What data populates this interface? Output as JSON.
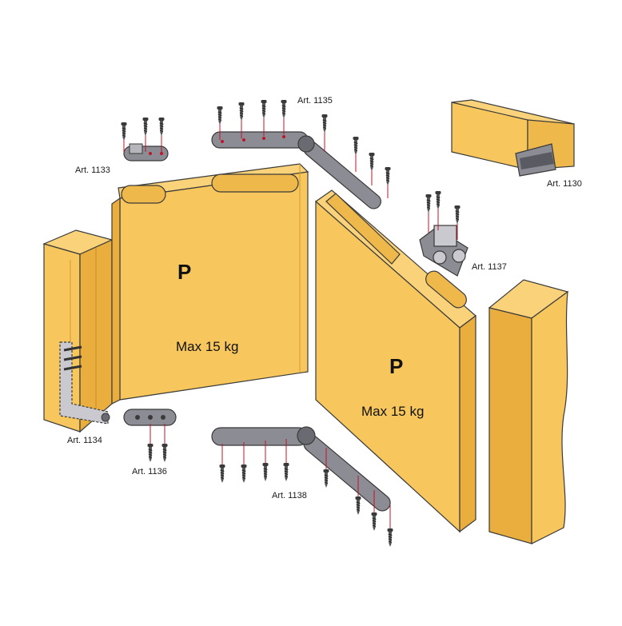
{
  "colors": {
    "wood": "#F7C65C",
    "wood_dark": "#E9AE3E",
    "wood_slot": "#EFB84A",
    "metal": "#8C8C94",
    "metal_dark": "#5A5A62",
    "outline": "#3A3A3A",
    "guide": "#C0142A"
  },
  "panels": [
    {
      "letter": "P",
      "max_load": "Max 15 kg"
    },
    {
      "letter": "P",
      "max_load": "Max 15 kg"
    }
  ],
  "articles": {
    "a1130": "Art. 1130",
    "a1133": "Art. 1133",
    "a1134": "Art. 1134",
    "a1135": "Art. 1135",
    "a1136": "Art. 1136",
    "a1137": "Art. 1137",
    "a1138": "Art. 1138"
  }
}
